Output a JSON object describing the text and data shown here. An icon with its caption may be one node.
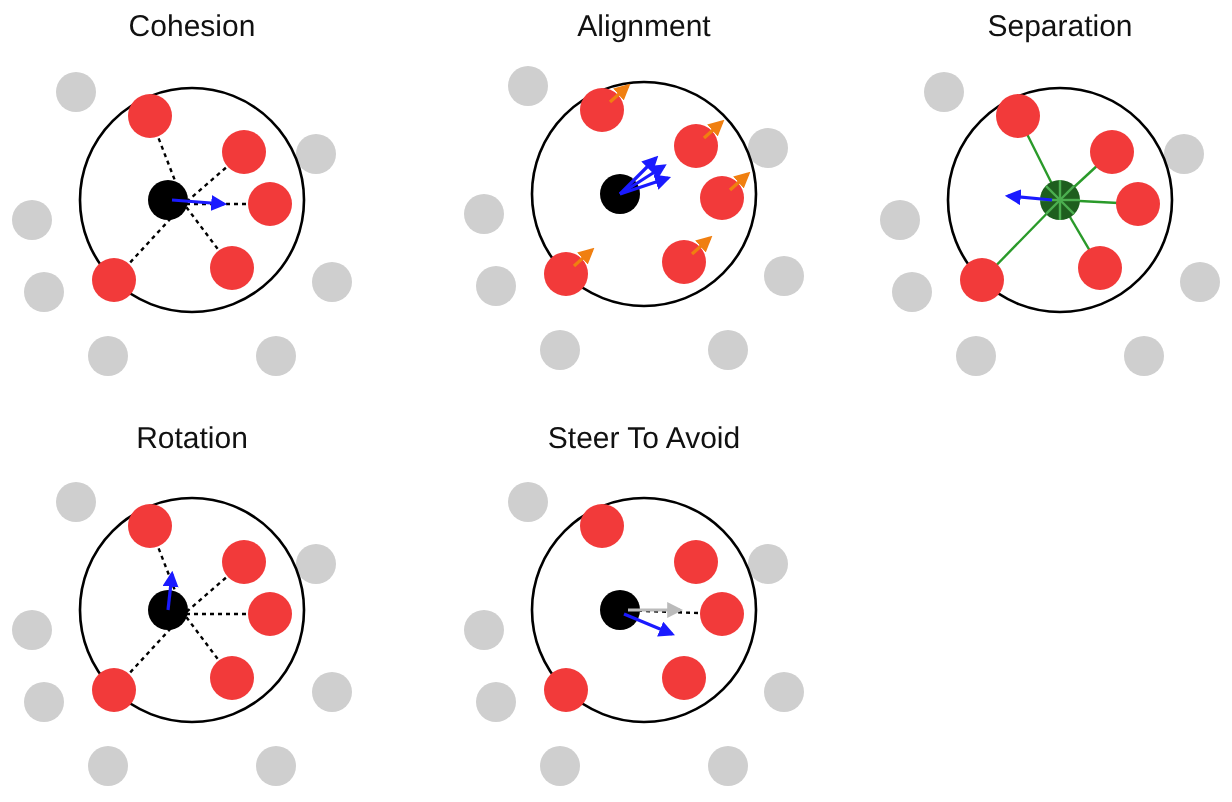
{
  "diagram": {
    "labels": [
      "Cohesion",
      "Alignment",
      "Separation",
      "Rotation",
      "Steer To Avoid"
    ]
  }
}
